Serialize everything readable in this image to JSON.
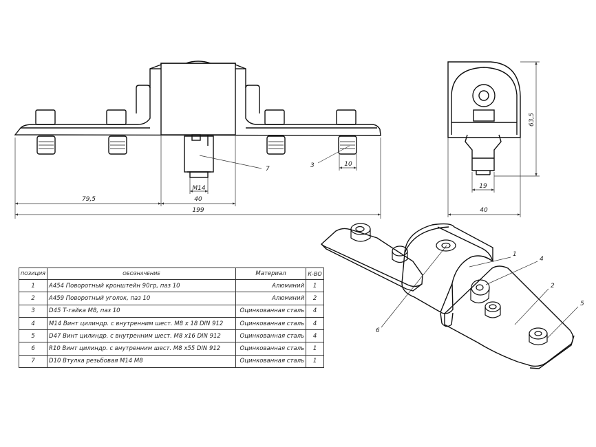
{
  "dimensions": {
    "d79_5": "79,5",
    "d40_front": "40",
    "d199": "199",
    "dM14": "M14",
    "d10": "10",
    "d63_5": "63,5",
    "d19": "19",
    "d40_side": "40"
  },
  "callouts": {
    "front": [
      "7",
      "3"
    ],
    "iso": [
      "1",
      "4",
      "2",
      "5",
      "6"
    ]
  },
  "bom": {
    "headers": {
      "position": "ПОЗИЦИЯ",
      "designation": "ОБОЗНАЧЕНИЕ",
      "material": "Материал",
      "qty": "К-ВО"
    },
    "rows": [
      {
        "pos": "1",
        "desc": "A454 Поворотный кронштейн 90гр, паз 10",
        "material": "Алюминий",
        "qty": "1"
      },
      {
        "pos": "2",
        "desc": "A459 Поворотный уголок, паз 10",
        "material": "Алюминий",
        "qty": "2"
      },
      {
        "pos": "3",
        "desc": "D45 Т-гайка М8, паз 10",
        "material": "Оцинкованная сталь",
        "qty": "4"
      },
      {
        "pos": "4",
        "desc": "M14 Винт цилиндр. с внутренним шест. М8 х 18 DIN 912",
        "material": "Оцинкованная сталь",
        "qty": "4"
      },
      {
        "pos": "5",
        "desc": "D47 Винт цилиндр. с внутренним шест. М8 х16 DIN 912",
        "material": "Оцинкованная сталь",
        "qty": "4"
      },
      {
        "pos": "6",
        "desc": "R10 Винт цилиндр. с внутренним шест. М8 х55 DIN 912",
        "material": "Оцинкованная сталь",
        "qty": "1"
      },
      {
        "pos": "7",
        "desc": "D10 Втулка резьбовая М14   М8",
        "material": "Оцинкованная сталь",
        "qty": "1"
      }
    ]
  }
}
